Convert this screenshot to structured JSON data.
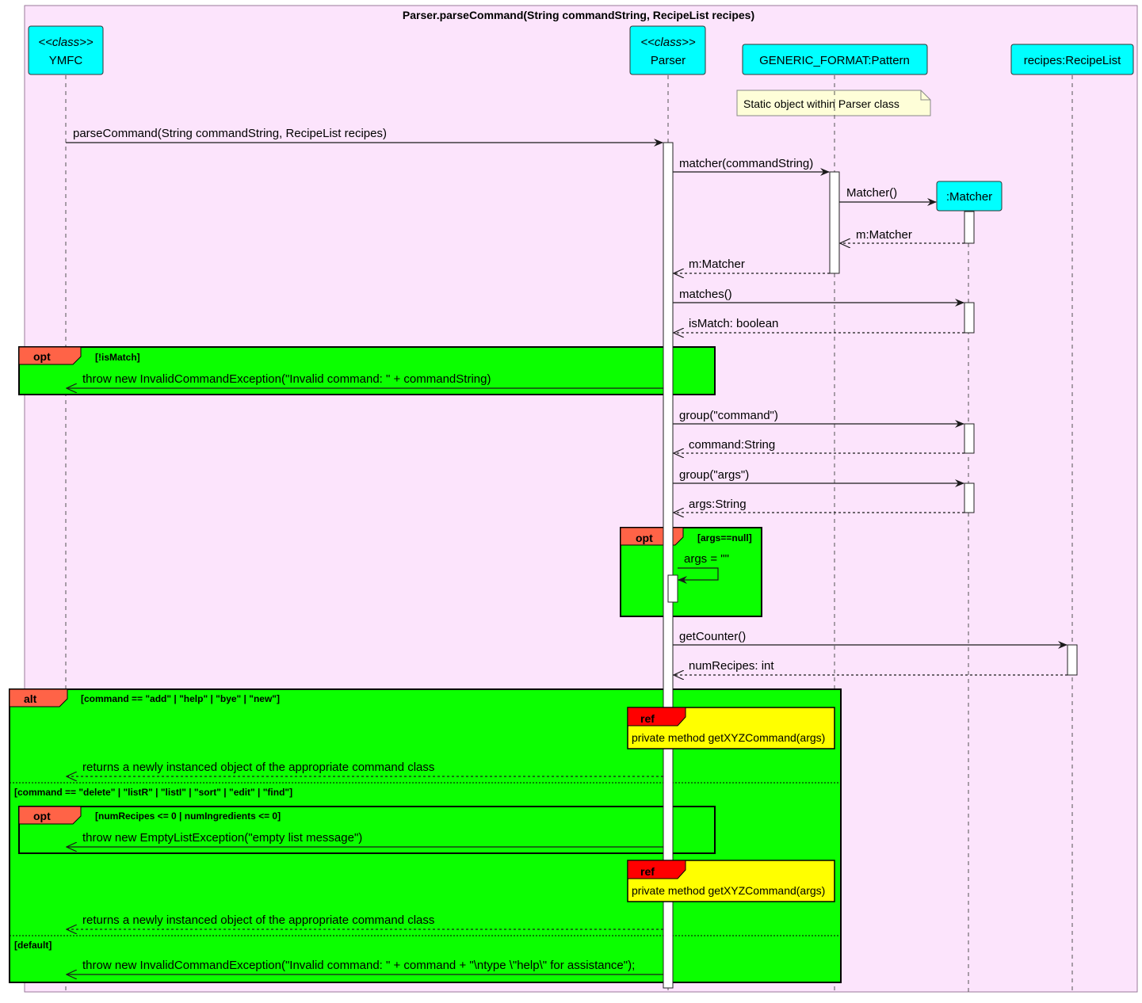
{
  "diagram": {
    "title": "Parser.parseCommand(String commandString, RecipeList recipes)",
    "colors": {
      "background": "#fce4fc",
      "participant": "#00ffff",
      "fragment": "#0bff00",
      "fragment_tab": "#ff6347",
      "ref_fill": "#ffff00",
      "ref_tab": "#ff0000",
      "note": "#fefed8"
    },
    "participants": {
      "ymfc": {
        "stereotype": "<<class>>",
        "name": "YMFC"
      },
      "parser": {
        "stereotype": "<<class>>",
        "name": "Parser"
      },
      "pattern": {
        "name": "GENERIC_FORMAT:Pattern"
      },
      "matcher": {
        "name": ":Matcher"
      },
      "recipes": {
        "name": "recipes:RecipeList"
      }
    },
    "note": "Static object within Parser class",
    "messages": {
      "parse_command": "parseCommand(String commandString, RecipeList recipes)",
      "matcher_call": "matcher(commandString)",
      "matcher_ctor": "Matcher()",
      "m_matcher_1": "m:Matcher",
      "m_matcher_2": "m:Matcher",
      "matches": "matches()",
      "is_match": "isMatch: boolean",
      "throw_invalid": "throw new InvalidCommandException(\"Invalid command: \" + commandString)",
      "group_command": "group(\"command\")",
      "command_string": "command:String",
      "group_args": "group(\"args\")",
      "args_string": "args:String",
      "args_empty": "args = \"\"",
      "get_counter": "getCounter()",
      "num_recipes": "numRecipes: int",
      "returns_1": "returns a newly instanced object of the appropriate command class",
      "throw_empty": "throw new EmptyListException(\"empty list message\")",
      "returns_2": "returns a newly instanced object of the appropriate command class",
      "throw_default": "throw new InvalidCommandException(\"Invalid command: \" + command + \"\\ntype \\\"help\\\" for assistance\");"
    },
    "fragments": {
      "opt1": {
        "keyword": "opt",
        "guard": "[!isMatch]"
      },
      "opt2": {
        "keyword": "opt",
        "guard": "[args==null]"
      },
      "alt": {
        "keyword": "alt",
        "guard1": "[command == \"add\" | \"help\" | \"bye\" | \"new\"]",
        "guard2": "[command == \"delete\" | \"listR\" | \"listI\" | \"sort\" | \"edit\" | \"find\"]",
        "guard3": "[default]"
      },
      "opt3": {
        "keyword": "opt",
        "guard": "[numRecipes <= 0 | numIngredients <= 0]"
      },
      "ref1": {
        "keyword": "ref",
        "text": "private method getXYZCommand(args)"
      },
      "ref2": {
        "keyword": "ref",
        "text": "private method getXYZCommand(args)"
      }
    }
  }
}
